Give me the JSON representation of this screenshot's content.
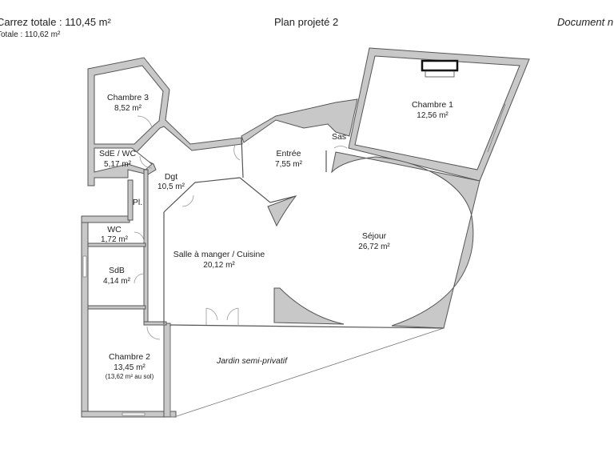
{
  "header": {
    "carrez_total": "Carrez totale : 110,45 m²",
    "surface_total": "Totale : 110,62 m²",
    "title": "Plan projeté 2",
    "document_note": "Document n"
  },
  "rooms": {
    "chambre3": {
      "label": "Chambre 3",
      "area": "8,52 m²"
    },
    "sde_wc": {
      "label": "SdE / WC",
      "area": "5,17 m²"
    },
    "dgt": {
      "label": "Dgt",
      "area": "10,5 m²"
    },
    "placard": {
      "label": "Pl."
    },
    "entree": {
      "label": "Entrée",
      "area": "7,55 m²"
    },
    "sas": {
      "label": "Sas"
    },
    "chambre1": {
      "label": "Chambre 1",
      "area": "12,56 m²"
    },
    "wc": {
      "label": "WC",
      "area": "1,72 m²"
    },
    "sdb": {
      "label": "SdB",
      "area": "4,14 m²"
    },
    "cuisine": {
      "label": "Salle à manger / Cuisine",
      "area": "20,12 m²"
    },
    "sejour": {
      "label": "Séjour",
      "area": "26,72 m²"
    },
    "chambre2": {
      "label": "Chambre 2",
      "area": "13,45 m²",
      "note": "(13,62 m² au sol)"
    }
  },
  "outdoor": {
    "garden": "Jardin semi-privatif"
  },
  "colors": {
    "wall_fill": "#c8c8c8",
    "wall_stroke": "#555555",
    "background": "#ffffff"
  }
}
